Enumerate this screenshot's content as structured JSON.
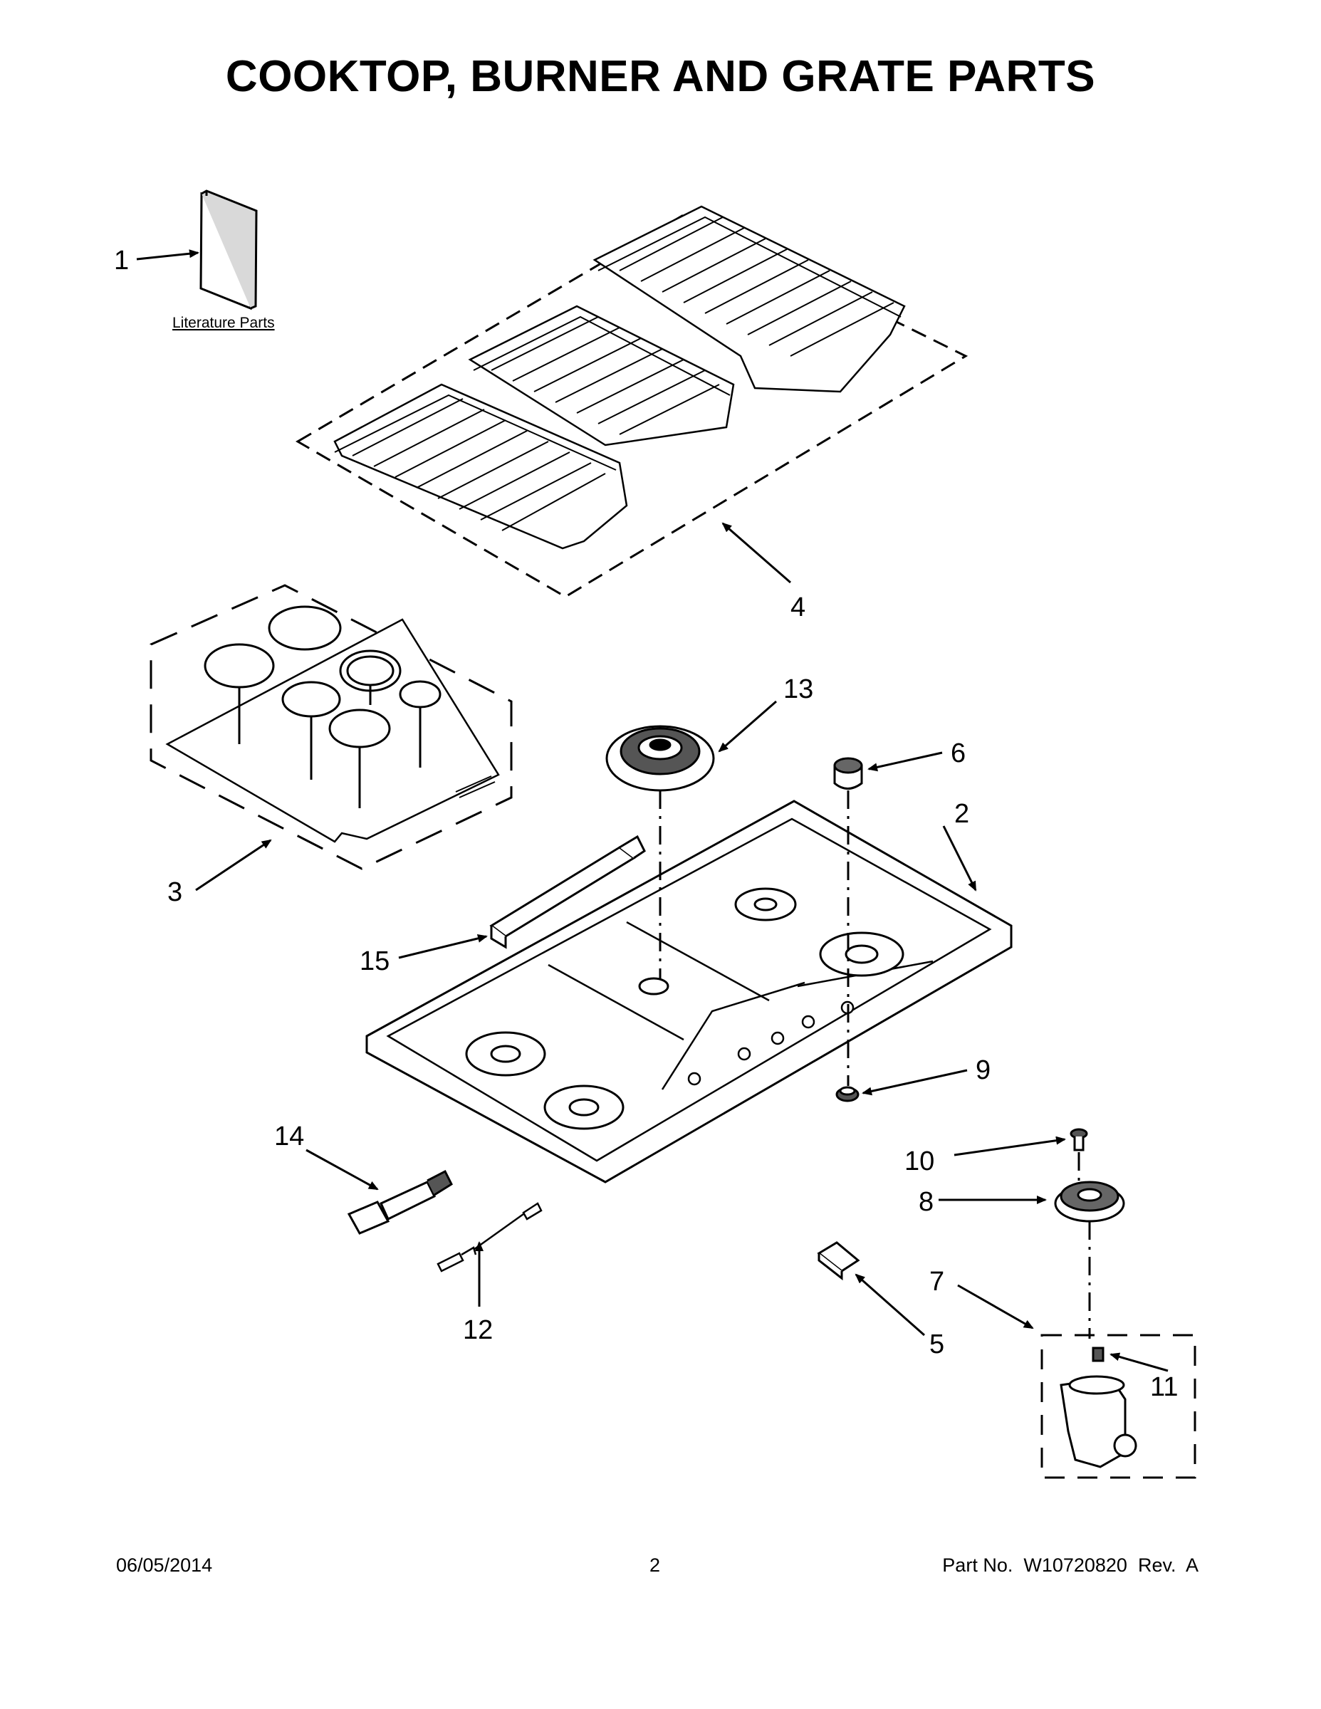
{
  "title": "COOKTOP, BURNER AND GRATE PARTS",
  "literature_label": "Literature Parts",
  "callouts": [
    "1",
    "2",
    "3",
    "4",
    "5",
    "6",
    "7",
    "8",
    "9",
    "10",
    "11",
    "12",
    "13",
    "14",
    "15"
  ],
  "footer": {
    "date": "06/05/2014",
    "page": "2",
    "part_number": "Part No.  W10720820  Rev.  A"
  }
}
